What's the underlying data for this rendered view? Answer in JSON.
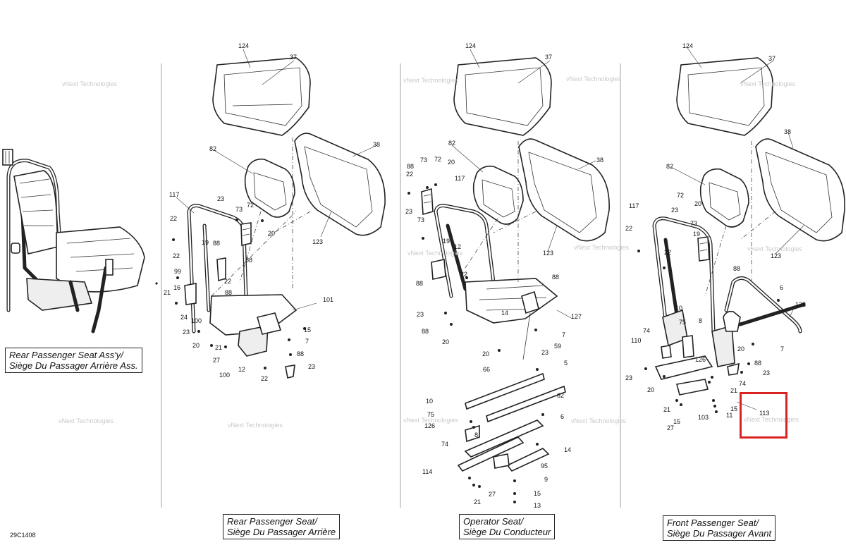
{
  "drawing_code": "29C1408",
  "watermark_text": "vNext Technologies",
  "highlight_color": "#d92323",
  "captions": {
    "rear_seat_assy": [
      "Rear Passenger Seat Ass'y/",
      "Siège Du Passager Arrière Ass."
    ],
    "rear_seat": [
      "Rear Passenger Seat/",
      "Siège Du Passager Arrière"
    ],
    "operator_seat": [
      "Operator Seat/",
      "Siège Du Conducteur"
    ],
    "front_seat": [
      "Front Passenger Seat/",
      "Siège Du Passager Avant"
    ]
  },
  "callouts": {
    "rear": [
      "124",
      "37",
      "82",
      "38",
      "117",
      "22",
      "23",
      "73",
      "72",
      "20",
      "19",
      "88",
      "88",
      "22",
      "99",
      "16",
      "21",
      "24",
      "100",
      "23",
      "22",
      "88",
      "101",
      "20",
      "21",
      "27",
      "15",
      "7",
      "88",
      "12",
      "23",
      "100",
      "22",
      "123"
    ],
    "operator": [
      "124",
      "37",
      "82",
      "38",
      "88",
      "73",
      "72",
      "20",
      "22",
      "117",
      "23",
      "73",
      "19",
      "12",
      "88",
      "22",
      "88",
      "14",
      "127",
      "23",
      "88",
      "20",
      "7",
      "59",
      "23",
      "20",
      "5",
      "66",
      "62",
      "10",
      "75",
      "126",
      "6",
      "8",
      "74",
      "14",
      "95",
      "114",
      "9",
      "15",
      "21",
      "27",
      "13",
      "123"
    ],
    "front": [
      "124",
      "37",
      "82",
      "38",
      "72",
      "20",
      "117",
      "22",
      "23",
      "73",
      "19",
      "22",
      "88",
      "123",
      "6",
      "10",
      "75",
      "128",
      "74",
      "8",
      "110",
      "126",
      "7",
      "23",
      "20",
      "88",
      "23",
      "74",
      "21",
      "15",
      "11",
      "113",
      "21",
      "15",
      "27",
      "103",
      "20"
    ]
  }
}
